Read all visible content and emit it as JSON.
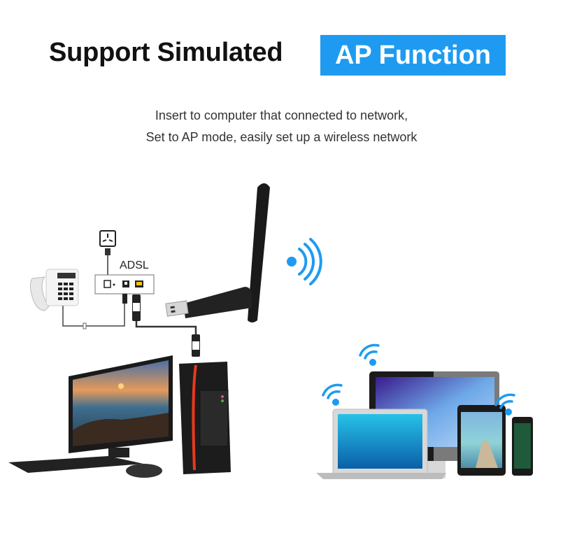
{
  "headline": {
    "text": "Support Simulated",
    "highlight": "AP Function",
    "highlight_color": "#1e9bf0"
  },
  "subtitle": {
    "line1": "Insert to computer that connected to network,",
    "line2": "Set to AP mode, easily set up a wireless network"
  },
  "diagram": {
    "modem_label": "ADSL",
    "icons": [
      "power-outlet-icon",
      "telephone-icon",
      "adsl-modem-icon",
      "usb-wifi-adapter-icon",
      "wifi-signal-icon",
      "desktop-computer-icon",
      "laptop-icon",
      "imac-icon",
      "tablet-icon",
      "smartphone-icon"
    ],
    "accent_color": "#1e9bf0",
    "tower_accent_color": "#e8391e"
  }
}
